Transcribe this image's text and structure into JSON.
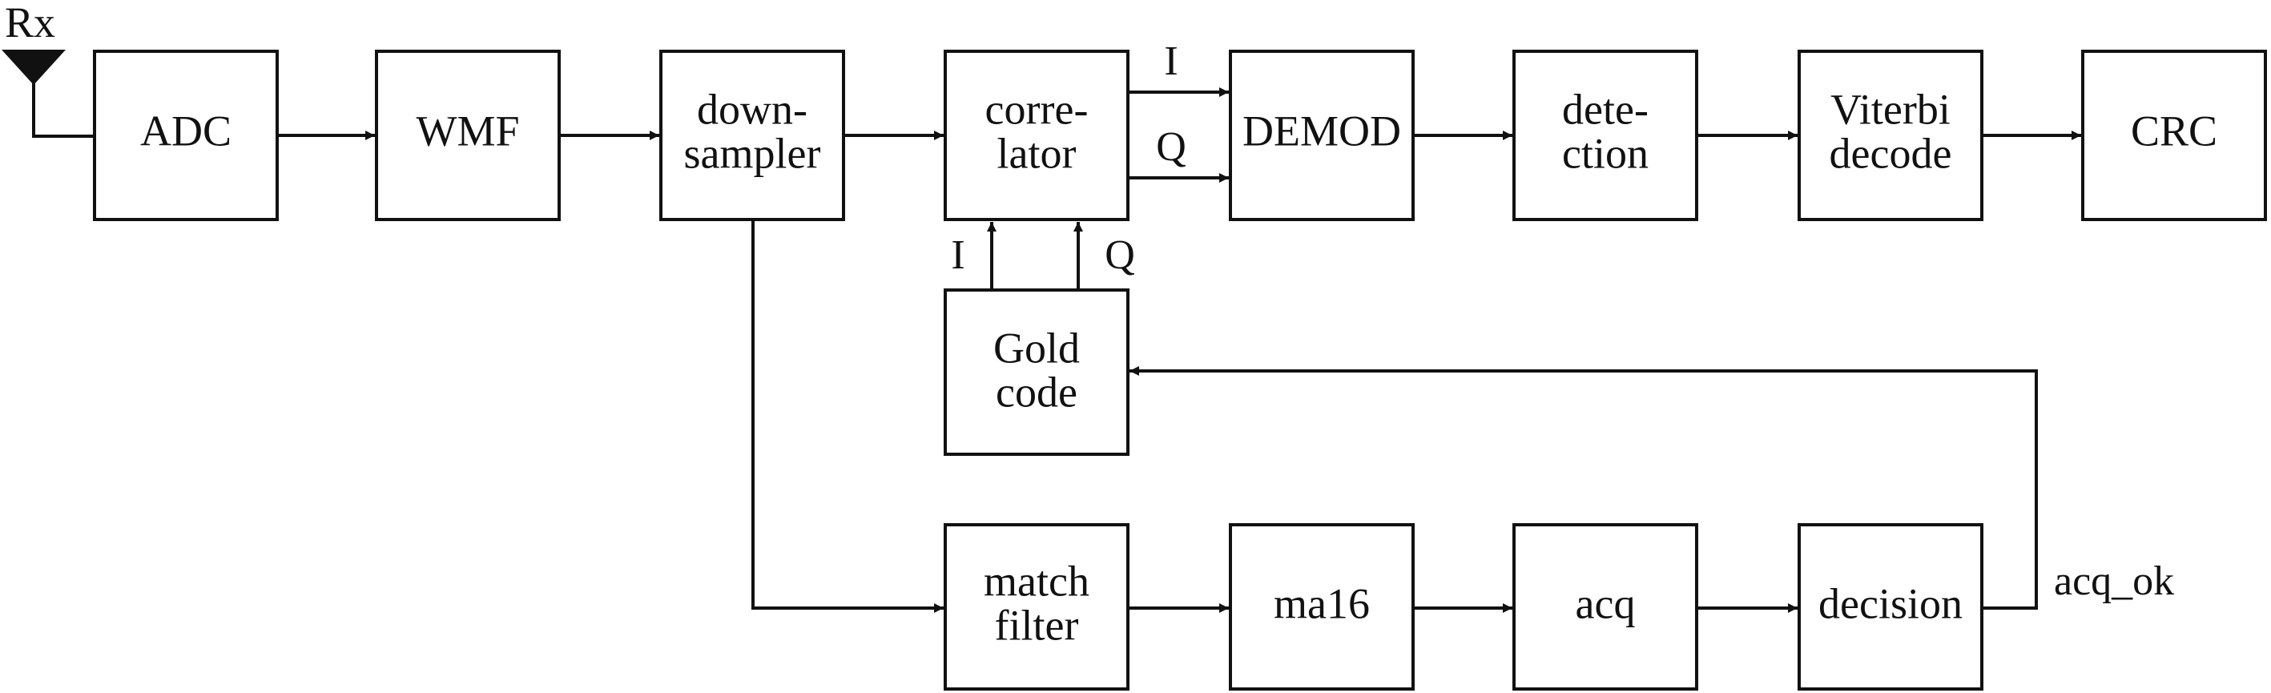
{
  "diagram": {
    "antenna_label": "Rx",
    "blocks": {
      "adc": [
        "ADC"
      ],
      "wmf": [
        "WMF"
      ],
      "downsampler": [
        "down-",
        "sampler"
      ],
      "correlator": [
        "corre-",
        "lator"
      ],
      "demod": [
        "DEMOD"
      ],
      "detection": [
        "dete-",
        "ction"
      ],
      "viterbi": [
        "Viterbi",
        "decode"
      ],
      "crc": [
        "CRC"
      ],
      "goldcode": [
        "Gold",
        "code"
      ],
      "matchfilter": [
        "match",
        "filter"
      ],
      "ma16": [
        "ma16"
      ],
      "acq": [
        "acq"
      ],
      "decision": [
        "decision"
      ]
    },
    "signals": {
      "corr_out_i": "I",
      "corr_out_q": "Q",
      "gold_in_i": "I",
      "gold_in_q": "Q",
      "acq_ok": "acq_ok"
    }
  }
}
